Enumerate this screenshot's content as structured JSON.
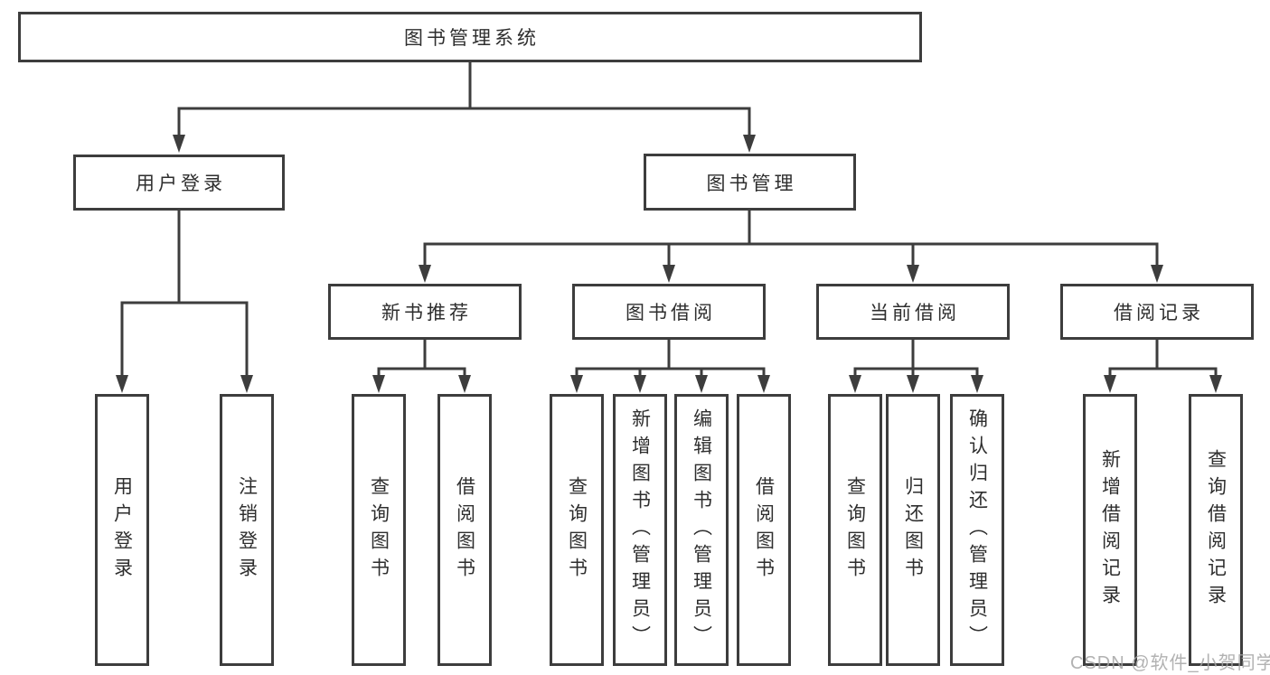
{
  "colors": {
    "line": "#3d3d3d",
    "box_border": "#3d3d3d",
    "text": "#2e2e2e",
    "background": "#ffffff",
    "watermark": "#a4a4a4"
  },
  "tree": {
    "root": "图书管理系统",
    "branches": [
      {
        "label": "用户登录",
        "children": [
          "用户登录",
          "注销登录"
        ]
      },
      {
        "label": "图书管理",
        "modules": [
          {
            "label": "新书推荐",
            "children": [
              "查询图书",
              "借阅图书"
            ]
          },
          {
            "label": "图书借阅",
            "children": [
              "查询图书",
              "新增图书（管理员）",
              "编辑图书（管理员）",
              "借阅图书"
            ]
          },
          {
            "label": "当前借阅",
            "children": [
              "查询图书",
              "归还图书",
              "确认归还（管理员）"
            ]
          },
          {
            "label": "借阅记录",
            "children": [
              "新增借阅记录",
              "查询借阅记录"
            ]
          }
        ]
      }
    ]
  },
  "watermark": "CSDN @软件_小贺同学"
}
